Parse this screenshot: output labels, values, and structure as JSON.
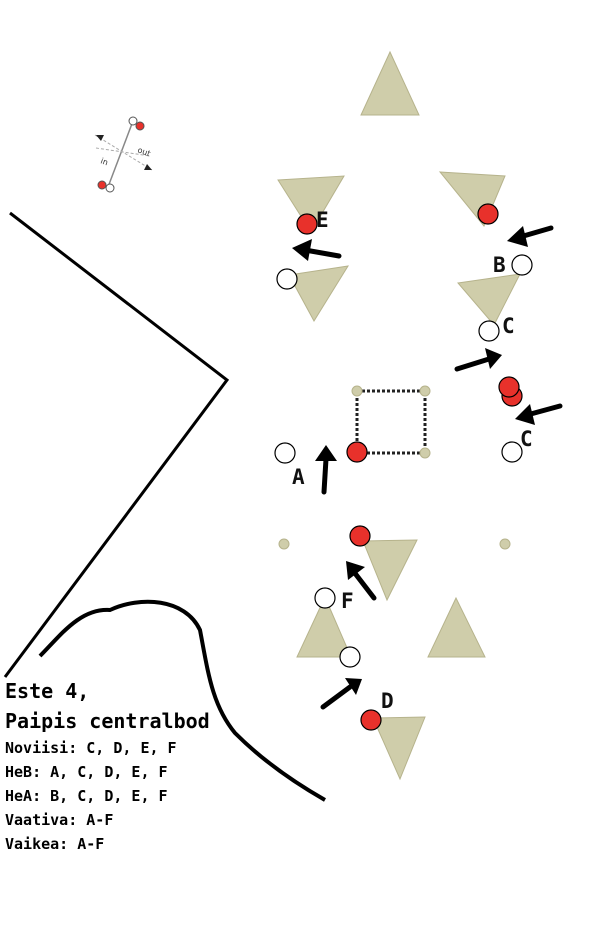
{
  "caption": {
    "title_line1": "Este 4,",
    "title_line2": "Paipis centralbod",
    "classes": [
      "Noviisi: C, D, E, F",
      "HeB: A, C, D, E, F",
      "HeA: B, C, D, E, F",
      "Vaativa: A-F",
      "Vaikea: A-F"
    ]
  },
  "legend": {
    "in_label": "in",
    "out_label": "out"
  },
  "obstacle_labels": {
    "a": "A",
    "b": "B",
    "c1": "C",
    "c2": "C",
    "d": "D",
    "e": "E",
    "f": "F"
  },
  "colors": {
    "cone": "#cfcdaa",
    "cone_stroke": "#b6b38c",
    "red_marker": "#e8312b",
    "white_marker": "#ffffff",
    "arrow": "#000000",
    "line": "#000000"
  }
}
